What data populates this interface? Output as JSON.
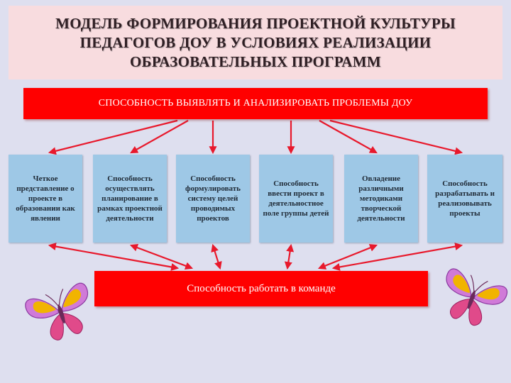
{
  "title": "МОДЕЛЬ ФОРМИРОВАНИЯ ПРОЕКТНОЙ КУЛЬТУРЫ ПЕДАГОГОВ ДОУ В УСЛОВИЯХ РЕАЛИЗАЦИИ ОБРАЗОВАТЕЛЬНЫХ ПРОГРАММ",
  "top_box": "СПОСОБНОСТЬ ВЫЯВЛЯТЬ И АНАЛИЗИРОВАТЬ ПРОБЛЕМЫ ДОУ",
  "nodes": [
    "Четкое представление о проекте в образовании как явлении",
    "Способность осуществлять планирование в рамках проектной деятельности",
    "Способность формулировать систему целей проводимых проектов",
    "Способность ввести проект в деятельностное поле группы детей",
    "Овладение различными методиками творческой деятельности",
    "Способность разрабатывать и реализовывать проекты"
  ],
  "bottom_box": "Способность работать в команде",
  "colors": {
    "background": "#dedfef",
    "title_panel": "#f8dcdf",
    "red_box": "#ff0000",
    "node_fill": "#9ec8e6",
    "arrow": "#e8192c"
  },
  "icons": [
    "butterfly-icon-left",
    "butterfly-icon-right"
  ]
}
